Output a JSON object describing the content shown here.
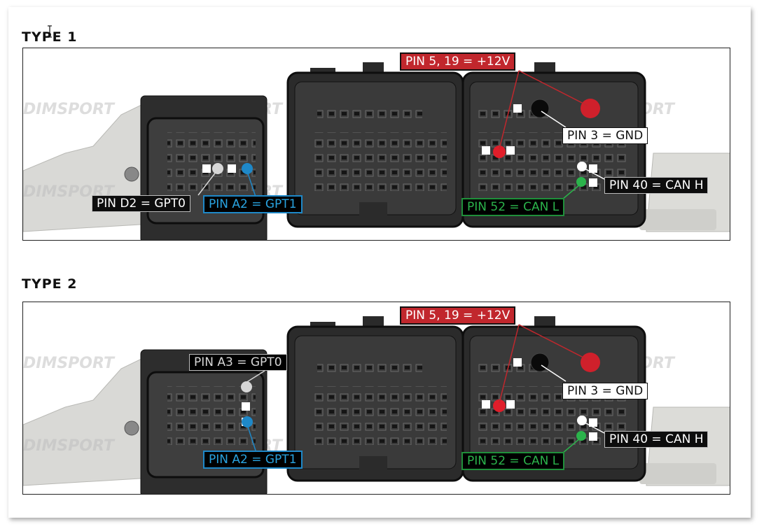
{
  "sections": [
    {
      "title": "TYPE 1",
      "labels": {
        "power": "PIN 5, 19 = +12V",
        "gnd": "PIN 3 = GND",
        "canh": "PIN 40 = CAN H",
        "canl": "PIN 52 = CAN L",
        "gpt0": "PIN D2 = GPT0",
        "gpt1": "PIN A2 = GPT1"
      }
    },
    {
      "title": "TYPE 2",
      "labels": {
        "power": "PIN 5, 19 = +12V",
        "gnd": "PIN 3 = GND",
        "canh": "PIN 40 = CAN H",
        "canl": "PIN 52 = CAN L",
        "gpt0": "PIN A3 = GPT0",
        "gpt1": "PIN A2 = GPT1"
      }
    }
  ],
  "watermark": "DIMSPORT",
  "colors": {
    "power": "#c1272d",
    "gnd": "#000000",
    "canh": "#ffffff",
    "canl": "#2bb34b",
    "gpt0": "#d6d6d6",
    "gpt1": "#1e88c8"
  },
  "icons": {
    "cursor": "text-cursor-icon"
  }
}
